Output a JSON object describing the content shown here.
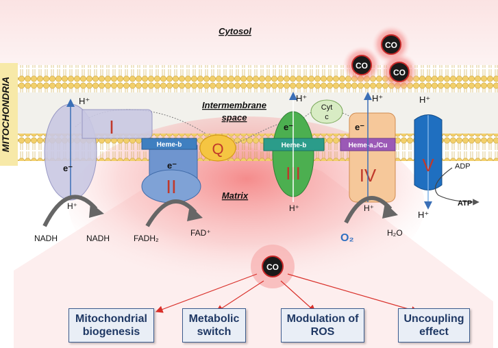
{
  "labels": {
    "cytosol": "Cytosol",
    "mitochondria": "MITOCHONDRIA",
    "intermembrane_line1": "Intermembrane",
    "intermembrane_line2": "space",
    "matrix": "Matrix"
  },
  "complexes": {
    "c1": "I",
    "c2": "II",
    "q": "Q",
    "c3": "III",
    "c4": "IV",
    "c5": "V"
  },
  "cofactors": {
    "heme_b_left": "Heme-b",
    "heme_b_right": "Heme-b",
    "heme_a3": "Heme-a₃/Cu",
    "cyt_c_line1": "Cyt",
    "cyt_c_line2": "c"
  },
  "species": {
    "h_plus": "H⁺",
    "e_minus": "e⁻",
    "co": "CO",
    "nadh_in": "NADH",
    "nadh_out": "NADH",
    "fadh2": "FADH₂",
    "fad": "FAD⁺",
    "o2": "O₂",
    "h2o": "H₂O",
    "adp": "ADP",
    "atp": "ATP"
  },
  "effects": [
    {
      "line1": "Mitochondrial",
      "line2": "biogenesis"
    },
    {
      "line1": "Metabolic",
      "line2": "switch"
    },
    {
      "line1": "Modulation of",
      "line2": "ROS"
    },
    {
      "line1": "Uncoupling",
      "line2": "effect"
    }
  ],
  "colors": {
    "complex_I": "#c9c8e3",
    "complex_II": "#7fa2d6",
    "q": "#f5c542",
    "complex_III": "#4caf50",
    "complex_IV": "#f6c89a",
    "complex_V": "#1f6fc0",
    "heme_b": "#3f7fc0",
    "heme_a3": "#9b59b6",
    "complex_numeral": "#c0392b",
    "arrow_red": "#d9302a",
    "box_border": "#3a5a8c",
    "o2_blue": "#2f6fc0"
  }
}
